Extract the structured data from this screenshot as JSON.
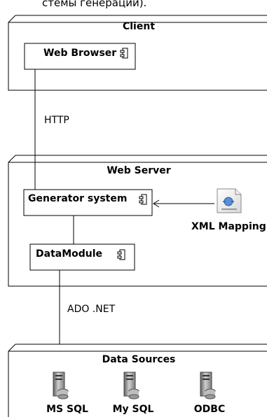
{
  "top_caption": "стемы генерации).",
  "client": {
    "title": "Client",
    "components": [
      {
        "label": "Web Browser"
      }
    ]
  },
  "connections": {
    "client_to_server": "HTTP",
    "server_to_sources": "ADO .NET"
  },
  "web_server": {
    "title": "Web Server",
    "components": [
      {
        "label": "Generator system"
      },
      {
        "label": "DataModule"
      }
    ],
    "artifact": {
      "label": "XML Mapping",
      "icon": "xml-document-icon"
    }
  },
  "data_sources": {
    "title": "Data Sources",
    "items": [
      {
        "label": "MS SQL",
        "icon": "database-server-icon"
      },
      {
        "label": "My SQL",
        "icon": "database-server-icon"
      },
      {
        "label": "ODBC",
        "icon": "database-server-icon"
      }
    ]
  },
  "colors": {
    "line": "#000000",
    "node_fill": "#ffffff",
    "server_dark": "#6b6b6b",
    "server_light": "#d9d9d9",
    "document_blue": "#5a8fd8"
  }
}
